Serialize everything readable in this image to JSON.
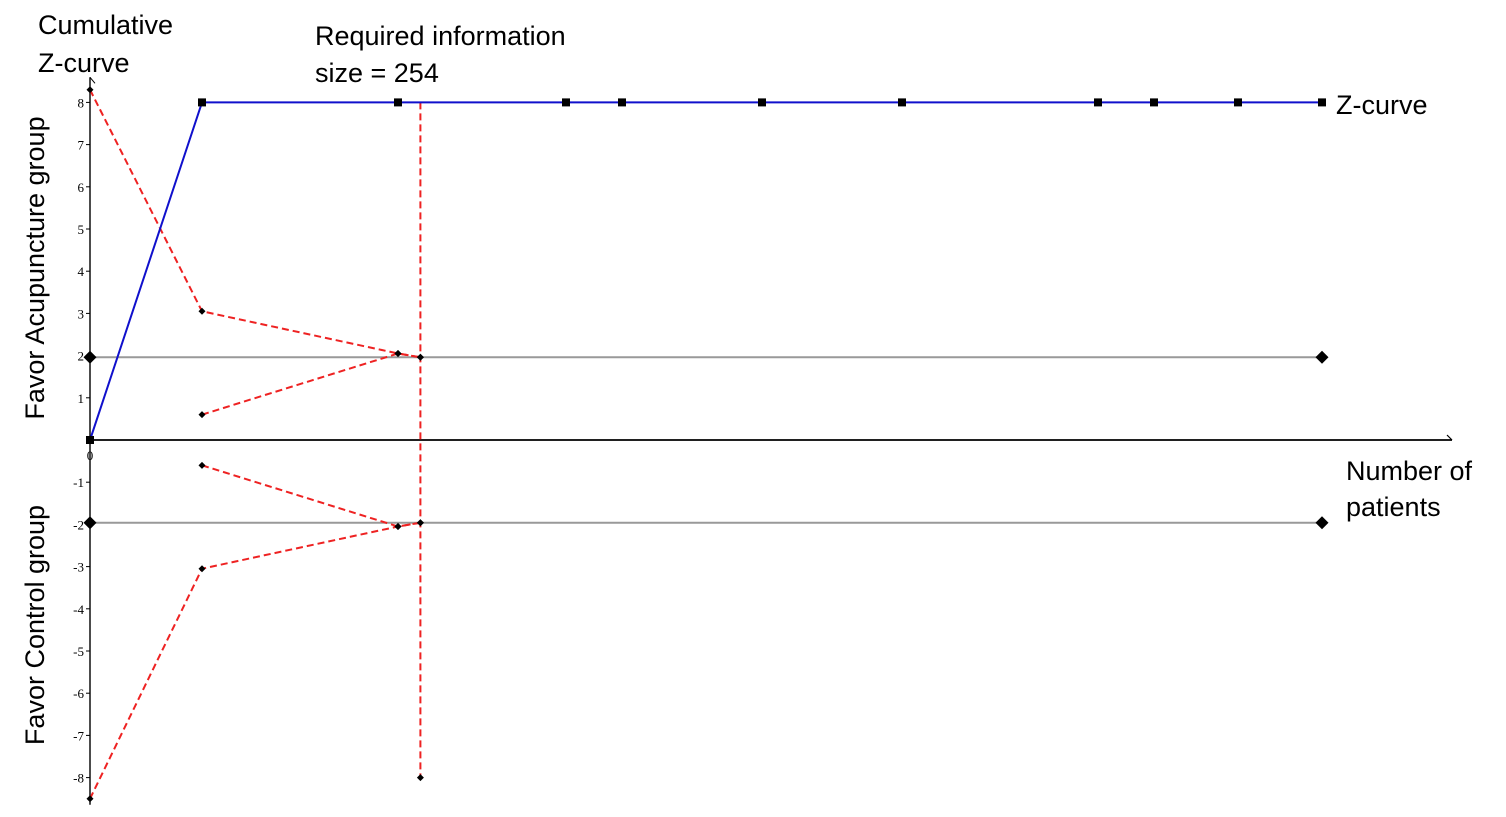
{
  "chart_data": {
    "type": "line",
    "title": "",
    "ylabel_top": "Cumulative Z-curve",
    "ylabel_favor_top": "Favor Acupuncture group",
    "ylabel_favor_bottom": "Favor Control group",
    "xlabel": "Number of patients",
    "ylim": [
      -8.5,
      8.5
    ],
    "yticks": [
      "8",
      "7",
      "6",
      "5",
      "4",
      "3",
      "2",
      "1",
      "-1",
      "-2",
      "-3",
      "-4",
      "-5",
      "-6",
      "-7",
      "-8"
    ],
    "ytick_values": [
      8,
      7,
      6,
      5,
      4,
      3,
      2,
      1,
      -1,
      -2,
      -3,
      -4,
      -5,
      -6,
      -7,
      -8
    ],
    "xtick_origin_label": "0",
    "grid": false,
    "annotations": {
      "required_information": "Required information size = 254",
      "z_curve_label": "Z-curve"
    },
    "colors": {
      "z_curve": "#1010cc",
      "boundary": "#ee2222",
      "conventional": "#999999",
      "axis": "#000000"
    },
    "series": [
      {
        "name": "Z-curve",
        "style": "solid",
        "marker": "square",
        "points": [
          [
            0,
            0
          ],
          [
            4,
            8
          ],
          [
            11,
            8
          ],
          [
            17,
            8
          ],
          [
            19,
            8
          ],
          [
            24,
            8
          ],
          [
            29,
            8
          ],
          [
            36,
            8
          ],
          [
            38,
            8
          ],
          [
            41,
            8
          ],
          [
            44,
            8
          ]
        ]
      },
      {
        "style": "solid",
        "marker": "diamond",
        "points": [
          [
            0,
            1.96
          ],
          [
            44,
            1.96
          ]
        ]
      },
      {
        "style": "solid",
        "marker": "diamond",
        "points": [
          [
            0,
            -1.96
          ],
          [
            44,
            -1.96
          ]
        ]
      },
      {
        "style": "dashed",
        "marker": "diamond",
        "points": [
          [
            0,
            8.3
          ],
          [
            4,
            3.05
          ],
          [
            11,
            2.05
          ],
          [
            11.8,
            1.96
          ]
        ]
      },
      {
        "style": "dashed",
        "marker": "diamond",
        "points": [
          [
            4,
            0.6
          ],
          [
            11,
            2.05
          ],
          [
            11.8,
            1.96
          ]
        ]
      },
      {
        "style": "dashed",
        "marker": "diamond",
        "points": [
          [
            4,
            -0.6
          ],
          [
            11,
            -2.05
          ],
          [
            11.8,
            -1.96
          ]
        ]
      },
      {
        "style": "dashed",
        "marker": "diamond",
        "points": [
          [
            0,
            -8.5
          ],
          [
            4,
            -3.05
          ],
          [
            11,
            -2.05
          ],
          [
            11.8,
            -1.96
          ]
        ]
      },
      {
        "style": "dashed",
        "marker": "none",
        "points": [
          [
            11.8,
            8
          ],
          [
            11.8,
            -8
          ]
        ]
      }
    ],
    "vertical_marker_bottom": [
      11.8,
      -8
    ]
  }
}
